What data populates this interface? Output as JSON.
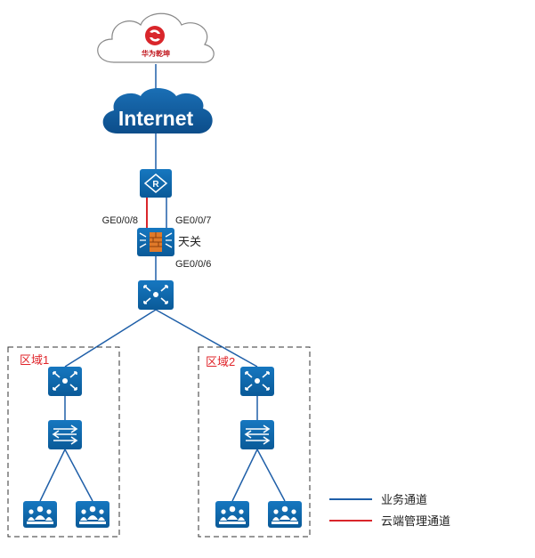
{
  "cloud": {
    "brand_label": "华为乾坤"
  },
  "internet": {
    "label": "Internet"
  },
  "gateway": {
    "label": "天关",
    "port_left": "GE0/0/8",
    "port_right": "GE0/0/7",
    "port_down": "GE0/0/6"
  },
  "zones": [
    {
      "label": "区域1"
    },
    {
      "label": "区域2"
    }
  ],
  "legend": [
    {
      "label": "业务通道",
      "color": "#1f5fa8"
    },
    {
      "label": "云端管理通道",
      "color": "#d9262b"
    }
  ],
  "colors": {
    "device_blue": "#0b66a8",
    "link_blue": "#1f5fa8",
    "mgmt_red": "#d9262b",
    "cloud_blue": "#0e4f8f"
  },
  "icons": {
    "router": "router-icon",
    "firewall": "firewall-icon",
    "core_switch": "core-switch-icon",
    "access_switch": "l2-switch-icon",
    "users": "user-group-icon"
  }
}
